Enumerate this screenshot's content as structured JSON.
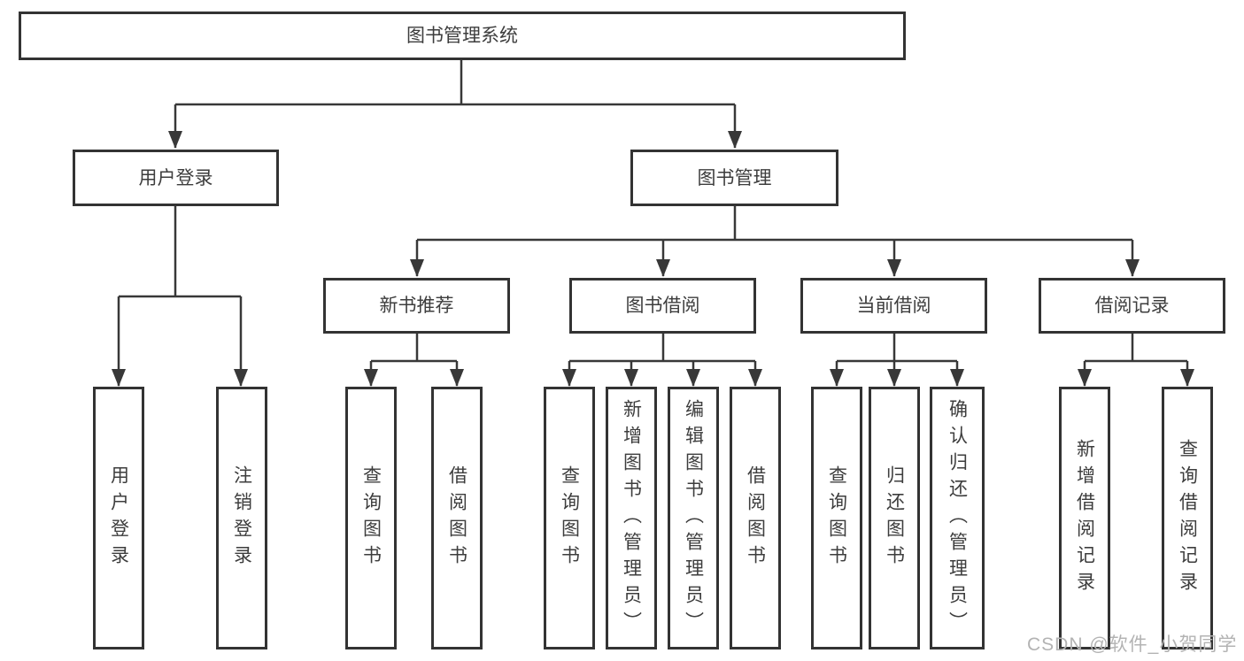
{
  "diagram": {
    "type": "hierarchy-tree",
    "title": "图书管理系统",
    "tree": {
      "root": "图书管理系统",
      "branches": [
        {
          "label": "用户登录",
          "children": [
            "用户登录",
            "注销登录"
          ]
        },
        {
          "label": "图书管理",
          "groups": [
            {
              "label": "新书推荐",
              "children": [
                "查询图书",
                "借阅图书"
              ]
            },
            {
              "label": "图书借阅",
              "children": [
                "查询图书",
                "新增图书（管理员）",
                "编辑图书（管理员）",
                "借阅图书"
              ]
            },
            {
              "label": "当前借阅",
              "children": [
                "查询图书",
                "归还图书",
                "确认归还（管理员）"
              ]
            },
            {
              "label": "借阅记录",
              "children": [
                "新增借阅记录",
                "查询借阅记录"
              ]
            }
          ]
        }
      ]
    },
    "colors": {
      "background": "#ffffff",
      "box_border": "#333333",
      "connector_line": "#383838",
      "text": "#3d3d3d",
      "watermark_text": "#b3b3b3"
    }
  },
  "watermark": "CSDN @软件_小贺同学"
}
